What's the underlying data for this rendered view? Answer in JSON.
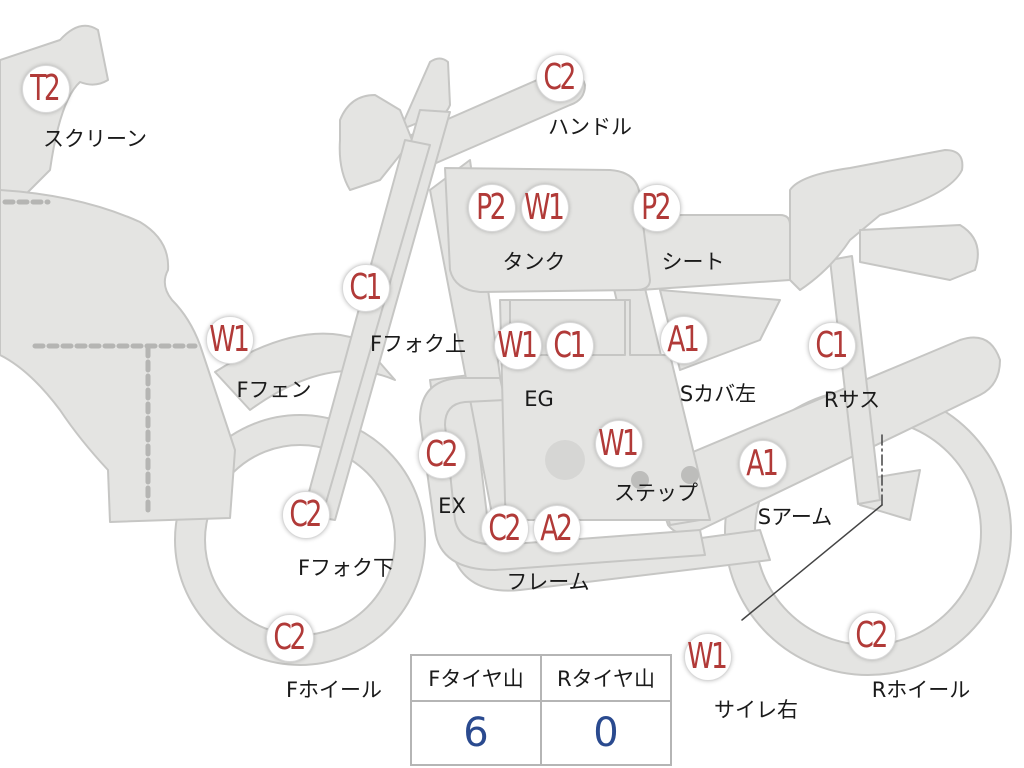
{
  "parts": [
    {
      "id": "screen",
      "grade": "T2",
      "label": "スクリーン"
    },
    {
      "id": "handle",
      "grade": "C2",
      "label": "ハンドル"
    },
    {
      "id": "tank-p",
      "grade": "P2",
      "label": ""
    },
    {
      "id": "tank-w",
      "grade": "W1",
      "label": "タンク"
    },
    {
      "id": "seat",
      "grade": "P2",
      "label": "シート"
    },
    {
      "id": "ffork-upper",
      "grade": "C1",
      "label": "Fフォク上"
    },
    {
      "id": "ffender",
      "grade": "W1",
      "label": "Fフェン"
    },
    {
      "id": "eg-w",
      "grade": "W1",
      "label": ""
    },
    {
      "id": "eg-c",
      "grade": "C1",
      "label": "EG"
    },
    {
      "id": "scover-left",
      "grade": "A1",
      "label": "Sカバ左"
    },
    {
      "id": "rsus",
      "grade": "C1",
      "label": "Rサス"
    },
    {
      "id": "ex",
      "grade": "C2",
      "label": "EX"
    },
    {
      "id": "step",
      "grade": "W1",
      "label": "ステップ"
    },
    {
      "id": "sarm",
      "grade": "A1",
      "label": "Sアーム"
    },
    {
      "id": "ffork-lower",
      "grade": "C2",
      "label": "Fフォク下"
    },
    {
      "id": "frame-c",
      "grade": "C2",
      "label": ""
    },
    {
      "id": "frame-a",
      "grade": "A2",
      "label": "フレーム"
    },
    {
      "id": "fwheel",
      "grade": "C2",
      "label": "Fホイール"
    },
    {
      "id": "silencer-right",
      "grade": "W1",
      "label": "サイレ右"
    },
    {
      "id": "rwheel",
      "grade": "C2",
      "label": "Rホイール"
    }
  ],
  "tread": {
    "front_header": "Fタイヤ山",
    "rear_header": "Rタイヤ山",
    "front_value": "6",
    "rear_value": "0"
  },
  "colors": {
    "grade_text": "#b13a38",
    "tread_value": "#2a4a8f",
    "bike_fill": "#e4e4e2",
    "bike_stroke": "#c8c8c6"
  }
}
